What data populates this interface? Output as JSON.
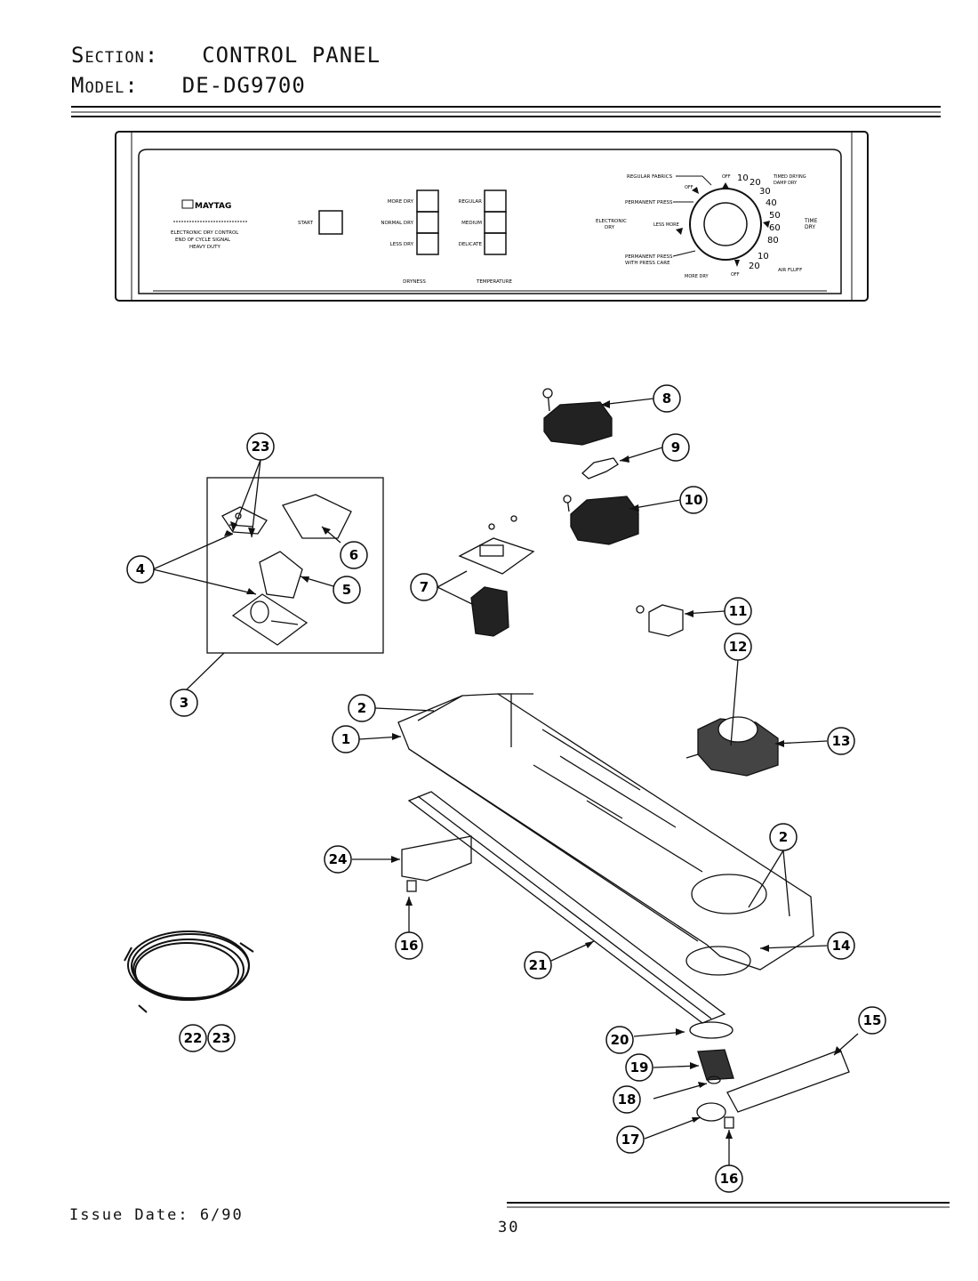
{
  "header": {
    "section_label": "Section:",
    "section_value": "CONTROL PANEL",
    "model_label": "Model:",
    "model_value": "DE-DG9700"
  },
  "panel": {
    "brand": "MAYTAG",
    "description_lines": [
      "ELECTRONIC DRY CONTROL",
      "END OF CYCLE SIGNAL",
      "HEAVY DUTY"
    ],
    "start_label": "START",
    "dryness_buttons": [
      "MORE DRY",
      "NORMAL DRY",
      "LESS DRY"
    ],
    "dryness_label": "DRYNESS",
    "temperature_buttons": [
      "REGULAR",
      "MEDIUM",
      "DELICATE"
    ],
    "temperature_label": "TEMPERATURE",
    "dial_labels": {
      "regular_fabrics": "REGULAR FABRICS",
      "permanent_press": "PERMANENT PRESS",
      "electronic_dry": [
        "ELECTRONIC",
        "DRY"
      ],
      "less_more": "LESS  MORE",
      "press_care": [
        "PERMANENT PRESS",
        "WITH PRESS CARE"
      ],
      "off_top": "OFF",
      "off_left": "OFF",
      "off_bottom": "OFF",
      "more_dry": "MORE DRY",
      "timed_drying": [
        "TIMED DRYING",
        "DAMP DRY"
      ],
      "time_dry": [
        "TIME",
        "DRY"
      ],
      "air_fluff": "AIR FLUFF",
      "numbers_top": [
        "10",
        "20",
        "30",
        "40",
        "50",
        "60",
        "80"
      ],
      "numbers_bottom": [
        "10",
        "20"
      ]
    }
  },
  "callouts": [
    "1",
    "2",
    "2",
    "3",
    "4",
    "5",
    "6",
    "7",
    "8",
    "9",
    "10",
    "11",
    "12",
    "13",
    "14",
    "15",
    "16",
    "16",
    "17",
    "18",
    "19",
    "20",
    "21",
    "22",
    "23",
    "23",
    "24"
  ],
  "footer": {
    "issue_date": "Issue Date: 6/90",
    "page_number": "30"
  }
}
